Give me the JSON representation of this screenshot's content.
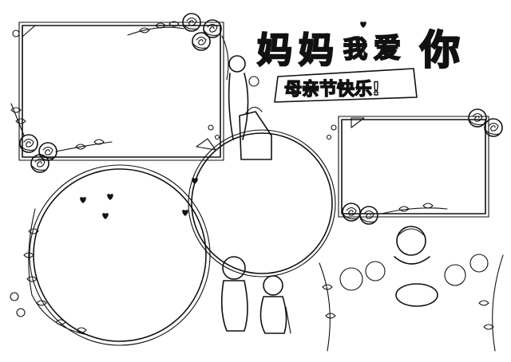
{
  "title": {
    "char_ma1": "妈",
    "char_ma2": "妈",
    "char_wo": "我",
    "char_ai": "爱",
    "char_ni": "你"
  },
  "subtitle": "母亲节快乐!",
  "colors": {
    "ink": "#111111",
    "paper": "#ffffff"
  },
  "icons": [
    "rose-icon",
    "heart-icon",
    "leaf-vine-icon",
    "folding-fan-icon"
  ]
}
